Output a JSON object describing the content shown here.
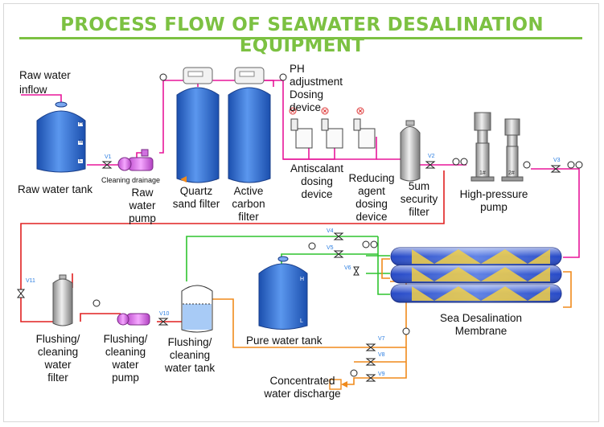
{
  "title": "PROCESS FLOW OF SEAWATER DESALINATION EQUIPMENT",
  "labels": {
    "raw_water_inflow_1": "Raw water",
    "raw_water_inflow_2": "inflow",
    "raw_water_tank": "Raw water tank",
    "cleaning_drainage": "Cleaning drainage",
    "raw_water_pump": [
      "Raw",
      "water",
      "pump"
    ],
    "quartz_sand_filter": [
      "Quartz",
      "sand filter"
    ],
    "active_carbon_filter": [
      "Active",
      "carbon",
      "filter"
    ],
    "ph_adjustment": [
      "PH",
      "adjustment",
      "Dosing",
      "device"
    ],
    "antiscalant": [
      "Antiscalant",
      "dosing",
      "device"
    ],
    "reducing_agent": [
      "Reducing",
      "agent",
      "dosing",
      "device"
    ],
    "security_filter": [
      "5um",
      "security",
      "filter"
    ],
    "high_pressure_pump": [
      "High-pressure",
      "pump"
    ],
    "flushing_filter": [
      "Flushing/",
      "cleaning",
      "water",
      "filter"
    ],
    "flushing_pump": [
      "Flushing/",
      "cleaning",
      "water",
      "pump"
    ],
    "flushing_tank": [
      "Flushing/",
      "cleaning",
      "water tank"
    ],
    "pure_water_tank": "Pure water tank",
    "membrane": [
      "Sea Desalination",
      "Membrane"
    ],
    "concentrated": [
      "Concentrated",
      "water discharge"
    ]
  },
  "valves": {
    "v1": "V1",
    "v2": "V2",
    "v3": "V3",
    "v4": "V4",
    "v5": "V5",
    "v6": "V6",
    "v7": "V7",
    "v8": "V8",
    "v9": "V9",
    "v10": "V10",
    "v11": "V11"
  },
  "pump_tags": {
    "p1": "1#",
    "p2": "2#"
  },
  "tank_markers": {
    "h": "H",
    "m": "M",
    "l": "L"
  },
  "colors": {
    "title": "#7cc142",
    "raw_water_line": "#e8179a",
    "feed_line": "#e02020",
    "flush_line": "#e02020",
    "permeate_line": "#2fc42f",
    "concentrate_line": "#f08a1c",
    "tank_blue": "#2f6fd1",
    "membrane_blue": "#2050c8",
    "membrane_yellow": "#f2d046"
  }
}
